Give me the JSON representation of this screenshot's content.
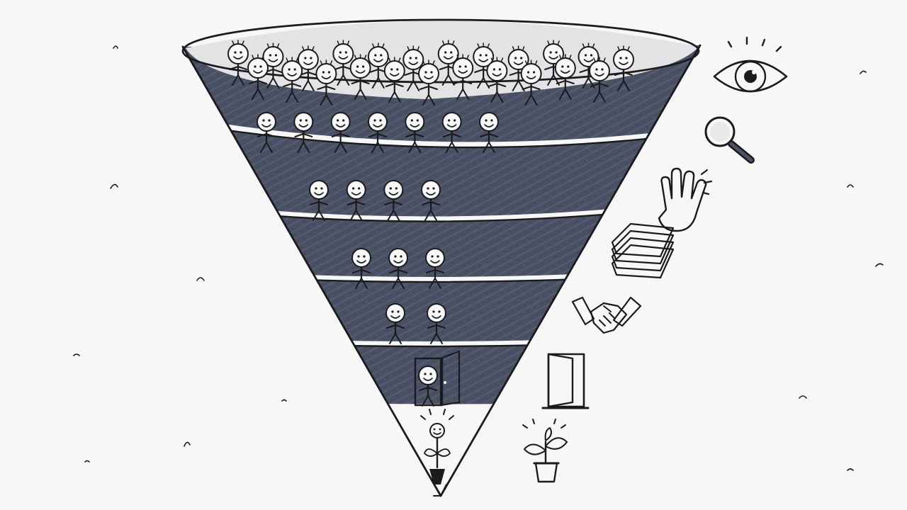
{
  "diagram": {
    "type": "sales-funnel",
    "colors": {
      "background": "#f7f7f8",
      "band_fill": "#4a5164",
      "ink": "#1b1b1e",
      "rim_fill": "#e3e3e6",
      "icon_grey": "#b9bac0",
      "accent_red": "#d7262c"
    },
    "stages": [
      {
        "icon": "eye-icon",
        "people": 23
      },
      {
        "icon": "magnifier-icon",
        "people": 7
      },
      {
        "icon": "raised-hand-icon",
        "people": 4
      },
      {
        "icon": "stacked-papers-icon",
        "people": 3
      },
      {
        "icon": "handshake-icon",
        "people": 2
      },
      {
        "icon": "open-door-icon",
        "people": 1
      },
      {
        "icon": "potted-plant-icon",
        "people": 1
      }
    ]
  }
}
